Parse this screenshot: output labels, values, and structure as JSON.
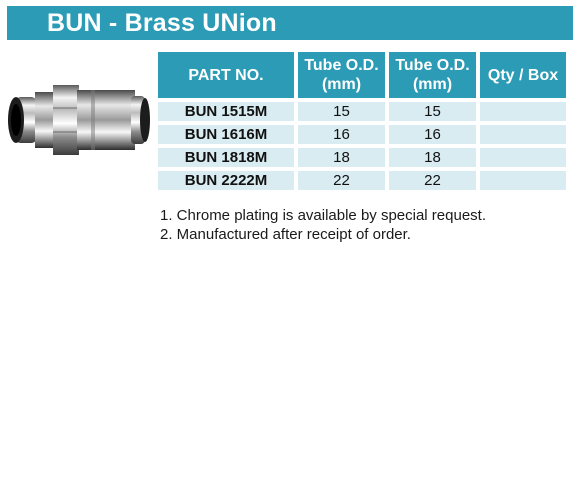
{
  "title": "BUN - Brass UNion",
  "table": {
    "headers": {
      "part_no": "PART NO.",
      "tube_od_1": "Tube O.D.",
      "tube_od_1_unit": "(mm)",
      "tube_od_2": "Tube O.D.",
      "tube_od_2_unit": "(mm)",
      "qty_box": "Qty / Box"
    },
    "rows": [
      {
        "part": "BUN 1515M",
        "od1": "15",
        "od2": "15",
        "qty": ""
      },
      {
        "part": "BUN 1616M",
        "od1": "16",
        "od2": "16",
        "qty": ""
      },
      {
        "part": "BUN 1818M",
        "od1": "18",
        "od2": "18",
        "qty": ""
      },
      {
        "part": "BUN 2222M",
        "od1": "22",
        "od2": "22",
        "qty": ""
      }
    ]
  },
  "notes": [
    "1. Chrome plating is available by special request.",
    "2. Manufactured after receipt of order."
  ],
  "colors": {
    "accent": "#2c9bb5",
    "cell_bg": "#d9ecf1"
  }
}
